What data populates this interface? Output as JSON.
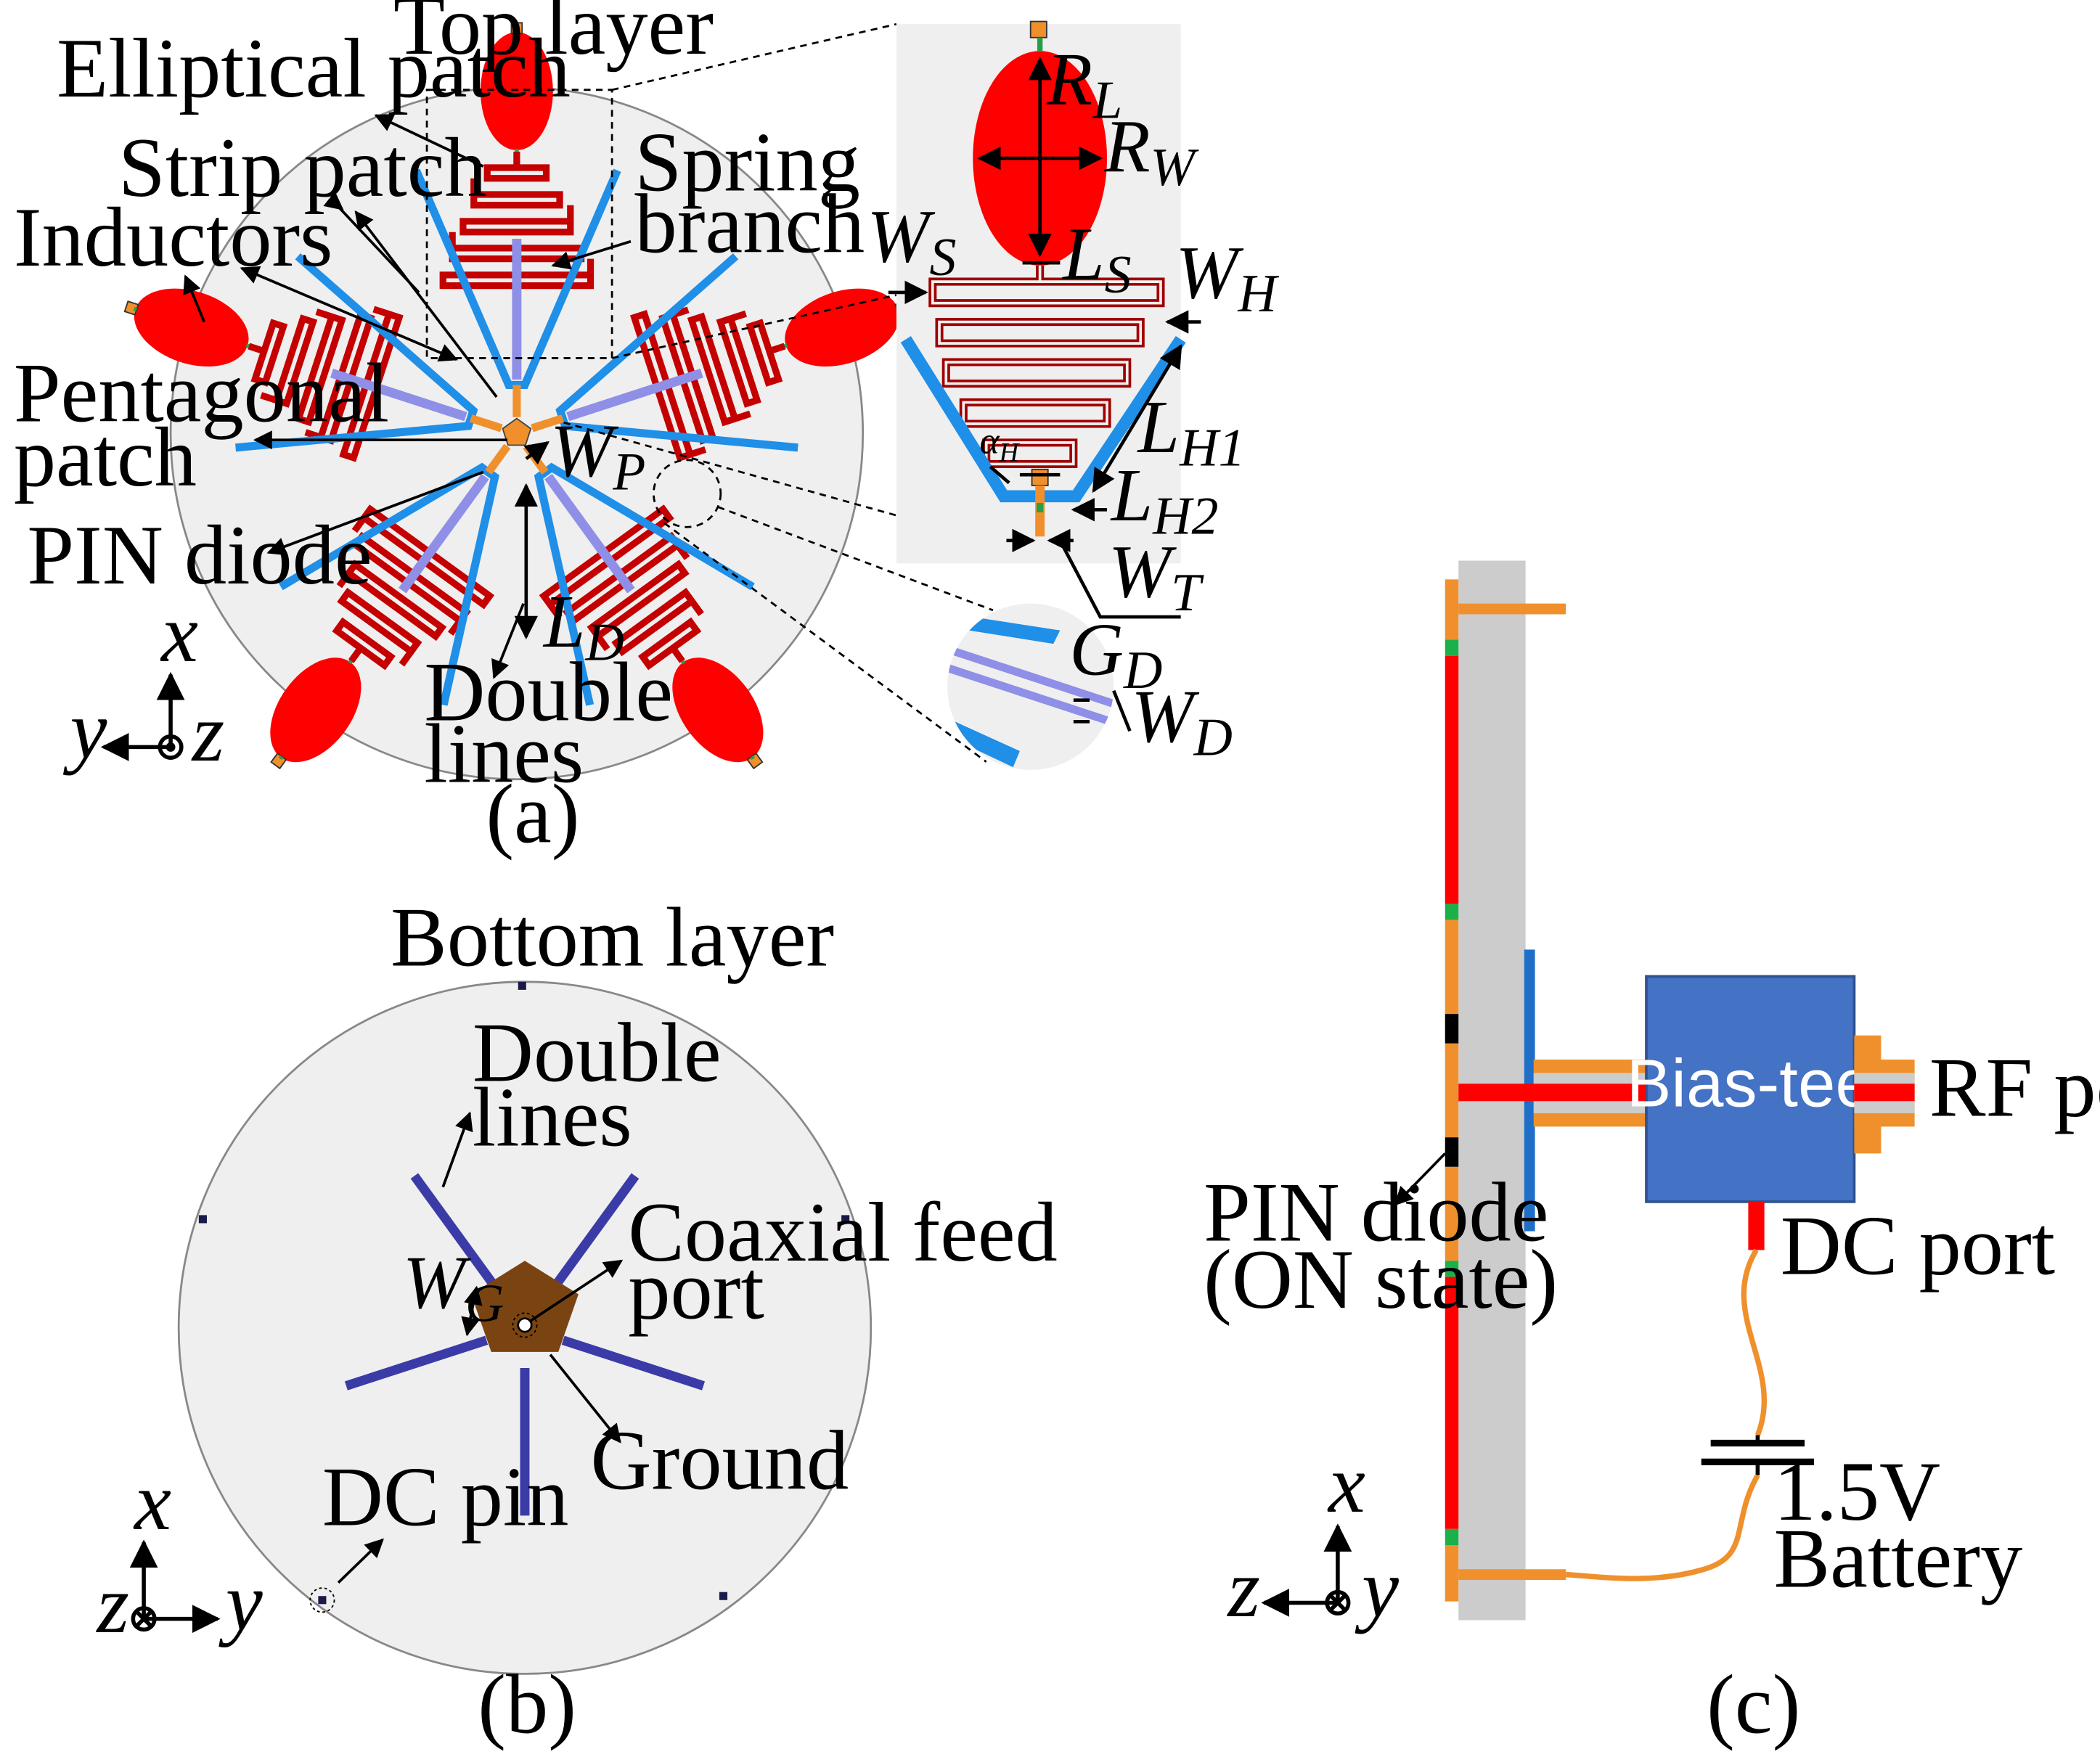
{
  "panel_a": {
    "caption": "(a)",
    "title": "Top layer",
    "labels": {
      "elliptical_patch": "Elliptical patch",
      "strip_patch": "Strip patch",
      "spring_branch_1": "Spring",
      "spring_branch_2": "branch",
      "inductors": "Inductors",
      "pentagonal_1": "Pentagonal",
      "pentagonal_2": "patch",
      "pin_diode": "PIN diode",
      "double_lines_1": "Double",
      "double_lines_2": "lines"
    },
    "dims": {
      "RL": "R",
      "RL_sub": "L",
      "RW": "R",
      "RW_sub": "W",
      "WS": "W",
      "WS_sub": "S",
      "LS": "L",
      "LS_sub": "S",
      "WH": "W",
      "WH_sub": "H",
      "LH1": "L",
      "LH1_sub": "H1",
      "alphaH": "α",
      "alphaH_sub": "H",
      "LH2": "L",
      "LH2_sub": "H2",
      "WT": "W",
      "WT_sub": "T",
      "WP": "W",
      "WP_sub": "P",
      "LD": "L",
      "LD_sub": "D",
      "GD": "G",
      "GD_sub": "D",
      "WD": "W",
      "WD_sub": "D"
    },
    "axes": {
      "up": "x",
      "left": "y",
      "center": "z"
    }
  },
  "panel_b": {
    "caption": "(b)",
    "title": "Bottom layer",
    "labels": {
      "double_lines_1": "Double",
      "double_lines_2": "lines",
      "coax_1": "Coaxial feed",
      "coax_2": "port",
      "ground": "Ground",
      "dc_pin": "DC pin",
      "wg": "W",
      "wg_sub": "G"
    },
    "axes": {
      "up": "x",
      "right": "y",
      "center": "z"
    }
  },
  "panel_c": {
    "caption": "(c)",
    "labels": {
      "bias_tee": "Bias-tee",
      "rf_port": "RF port",
      "dc_port": "DC port",
      "pin_1": "PIN diode",
      "pin_2": "(ON state)",
      "voltage": "1.5V",
      "battery": "Battery"
    },
    "axes": {
      "up": "x",
      "left": "z",
      "center": "y"
    }
  },
  "colors": {
    "substrate": "#efefef",
    "patch": "#ff0000",
    "strip": "#1f8fe8",
    "double_line": "#8f8fe8",
    "feed": "#f0902c",
    "ground": "#7a4412",
    "bottom_line": "#3b3ba8",
    "bias_tee": "#4472c4",
    "rod": "#cccccc",
    "green": "#1bb04a"
  }
}
